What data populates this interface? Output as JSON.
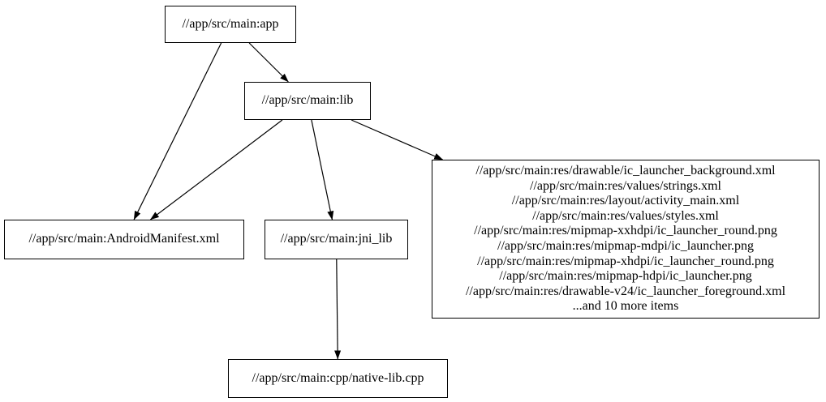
{
  "diagram": {
    "type": "build-dependency-graph",
    "background_color": "#ffffff",
    "node_border_color": "#000000",
    "node_fill_color": "#ffffff",
    "edge_color": "#000000",
    "text_color": "#000000",
    "nodes": {
      "app": {
        "label": "//app/src/main:app"
      },
      "lib": {
        "label": "//app/src/main:lib"
      },
      "android_manifest": {
        "label": "//app/src/main:AndroidManifest.xml"
      },
      "jni_lib": {
        "label": "//app/src/main:jni_lib"
      },
      "native_lib_cpp": {
        "label": "//app/src/main:cpp/native-lib.cpp"
      },
      "resources": {
        "lines": [
          "//app/src/main:res/drawable/ic_launcher_background.xml",
          "//app/src/main:res/values/strings.xml",
          "//app/src/main:res/layout/activity_main.xml",
          "//app/src/main:res/values/styles.xml",
          "//app/src/main:res/mipmap-xxhdpi/ic_launcher_round.png",
          "//app/src/main:res/mipmap-mdpi/ic_launcher.png",
          "//app/src/main:res/mipmap-xhdpi/ic_launcher_round.png",
          "//app/src/main:res/mipmap-hdpi/ic_launcher.png",
          "//app/src/main:res/drawable-v24/ic_launcher_foreground.xml",
          "...and 10 more items"
        ]
      }
    },
    "edges": [
      {
        "from": "app",
        "to": "android_manifest"
      },
      {
        "from": "app",
        "to": "lib"
      },
      {
        "from": "lib",
        "to": "android_manifest"
      },
      {
        "from": "lib",
        "to": "jni_lib"
      },
      {
        "from": "lib",
        "to": "resources"
      },
      {
        "from": "jni_lib",
        "to": "native_lib_cpp"
      }
    ]
  }
}
